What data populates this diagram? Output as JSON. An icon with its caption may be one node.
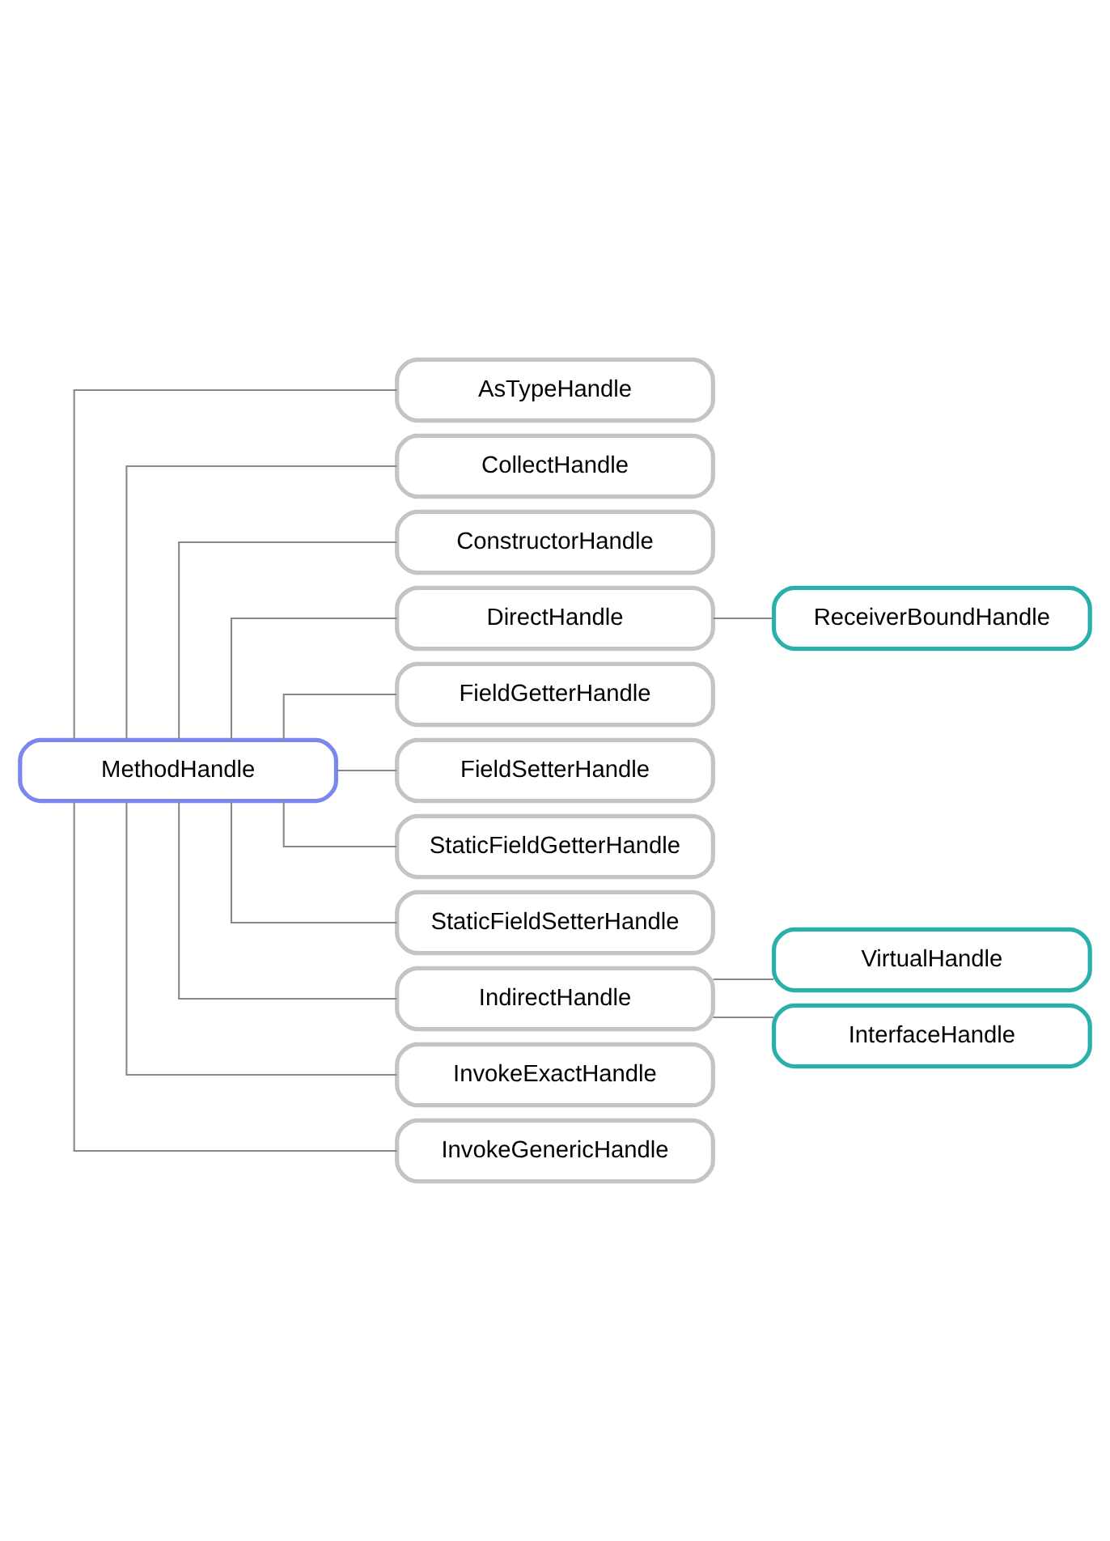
{
  "diagram": {
    "nodes": [
      {
        "text": [
          "MethodHandle"
        ]
      },
      {
        "text": [
          "AsTypeHandle"
        ]
      },
      {
        "text": [
          "CollectHandle"
        ]
      },
      {
        "text": [
          "ConstructorHandle"
        ]
      },
      {
        "text": [
          "DirectHandle"
        ]
      },
      {
        "text": [
          "ReceiverBoundHandle"
        ]
      },
      {
        "text": [
          "FieldGetterHandle"
        ]
      },
      {
        "text": [
          "FieldSetterHandle"
        ]
      },
      {
        "text": [
          "StaticFieldGetterHandle"
        ]
      },
      {
        "text": [
          "StaticFieldSetterHandle"
        ]
      },
      {
        "text": [
          "IndirectHandle"
        ]
      },
      {
        "text": [
          "VirtualHandle"
        ]
      },
      {
        "text": [
          "InterfaceHandle"
        ]
      },
      {
        "text": [
          "InvokeExactHandle"
        ]
      },
      {
        "text": [
          "InvokeGenericHandle"
        ]
      }
    ],
    "edges": [
      {
        "from": 0,
        "to": 1,
        "arrow": "none"
      },
      {
        "from": 0,
        "to": 2,
        "arrow": "none"
      },
      {
        "from": 0,
        "to": 3,
        "arrow": "none"
      },
      {
        "from": 0,
        "to": 4,
        "arrow": "none"
      },
      {
        "from": 4,
        "to": 5,
        "arrow": "none"
      },
      {
        "from": 0,
        "to": 6,
        "arrow": "none"
      },
      {
        "from": 0,
        "to": 7,
        "arrow": "none"
      },
      {
        "from": 0,
        "to": 8,
        "arrow": "none"
      },
      {
        "from": 0,
        "to": 9,
        "arrow": "none"
      },
      {
        "from": 0,
        "to": 10,
        "arrow": "none"
      },
      {
        "from": 10,
        "to": 11,
        "arrow": "none"
      },
      {
        "from": 10,
        "to": 12,
        "arrow": "none"
      },
      {
        "from": 0,
        "to": 13,
        "arrow": "none"
      },
      {
        "from": 0,
        "to": 14,
        "arrow": "none"
      }
    ]
  }
}
